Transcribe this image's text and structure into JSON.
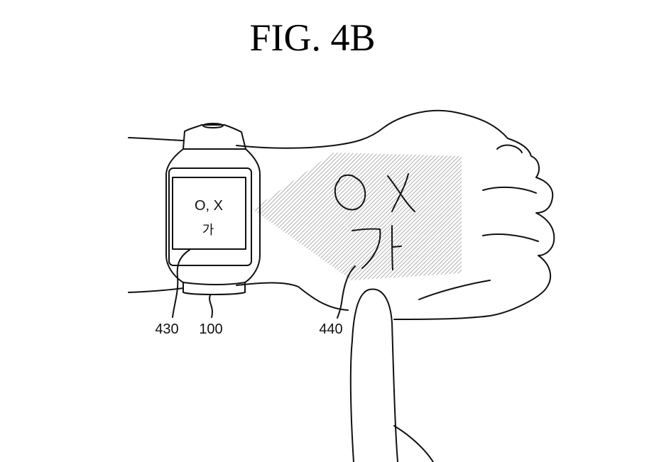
{
  "figure": {
    "title": "FIG. 4B"
  },
  "watch_screen": {
    "line1": "O, X",
    "line2": "가"
  },
  "projected_content": {
    "handwriting": [
      "O",
      "X",
      "가"
    ]
  },
  "reference_labels": {
    "screen": "430",
    "device": "100",
    "projection": "440"
  }
}
